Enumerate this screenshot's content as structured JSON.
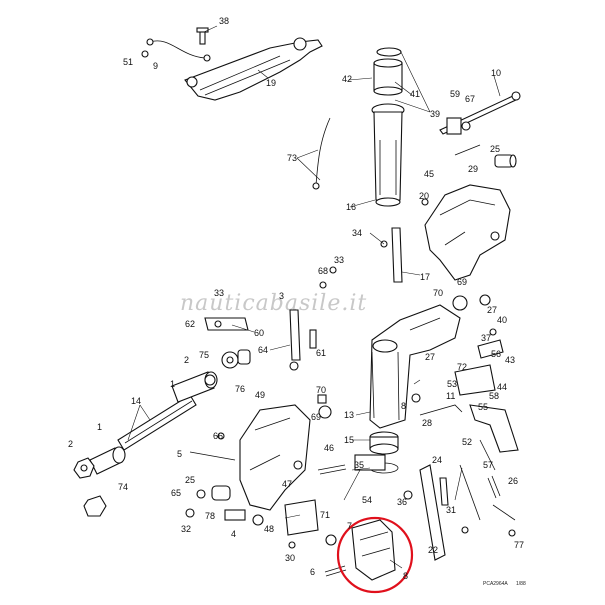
{
  "watermark": "nauticabasile.it",
  "footer": {
    "code": "PCA2964A",
    "date": "1/88"
  },
  "highlight_color": "#e0101c",
  "callouts": [
    {
      "id": "c38",
      "text": "38"
    },
    {
      "id": "c51",
      "text": "51"
    },
    {
      "id": "c9",
      "text": "9"
    },
    {
      "id": "c19",
      "text": "19"
    },
    {
      "id": "c42",
      "text": "42"
    },
    {
      "id": "c41",
      "text": "41"
    },
    {
      "id": "c39",
      "text": "39"
    },
    {
      "id": "c10",
      "text": "10"
    },
    {
      "id": "c59",
      "text": "59"
    },
    {
      "id": "c67",
      "text": "67"
    },
    {
      "id": "c25",
      "text": "25"
    },
    {
      "id": "c73",
      "text": "73"
    },
    {
      "id": "c29",
      "text": "29"
    },
    {
      "id": "c45",
      "text": "45"
    },
    {
      "id": "c20",
      "text": "20"
    },
    {
      "id": "c16",
      "text": "16"
    },
    {
      "id": "c34",
      "text": "34"
    },
    {
      "id": "c17",
      "text": "17"
    },
    {
      "id": "c68",
      "text": "68"
    },
    {
      "id": "c33a",
      "text": "33"
    },
    {
      "id": "c33b",
      "text": "33"
    },
    {
      "id": "c3",
      "text": "3"
    },
    {
      "id": "c70a",
      "text": "70"
    },
    {
      "id": "c69",
      "text": "69"
    },
    {
      "id": "c27a",
      "text": "27"
    },
    {
      "id": "c62",
      "text": "62"
    },
    {
      "id": "c60",
      "text": "60"
    },
    {
      "id": "c40",
      "text": "40"
    },
    {
      "id": "c37",
      "text": "37"
    },
    {
      "id": "c64",
      "text": "64"
    },
    {
      "id": "c61",
      "text": "61"
    },
    {
      "id": "c2a",
      "text": "2"
    },
    {
      "id": "c75",
      "text": "75"
    },
    {
      "id": "c56",
      "text": "56"
    },
    {
      "id": "c27b",
      "text": "27"
    },
    {
      "id": "c43",
      "text": "43"
    },
    {
      "id": "c72",
      "text": "72"
    },
    {
      "id": "c76",
      "text": "76"
    },
    {
      "id": "c1a",
      "text": "1"
    },
    {
      "id": "c53",
      "text": "53"
    },
    {
      "id": "c44",
      "text": "44"
    },
    {
      "id": "c49",
      "text": "49"
    },
    {
      "id": "c70b",
      "text": "70"
    },
    {
      "id": "c11",
      "text": "11"
    },
    {
      "id": "c58",
      "text": "58"
    },
    {
      "id": "c14",
      "text": "14"
    },
    {
      "id": "c55",
      "text": "55"
    },
    {
      "id": "c69b",
      "text": "69"
    },
    {
      "id": "c13",
      "text": "13"
    },
    {
      "id": "c8a",
      "text": "8"
    },
    {
      "id": "c28",
      "text": "28"
    },
    {
      "id": "c66",
      "text": "66"
    },
    {
      "id": "c1b",
      "text": "1"
    },
    {
      "id": "c2b",
      "text": "2"
    },
    {
      "id": "c52",
      "text": "52"
    },
    {
      "id": "c15",
      "text": "15"
    },
    {
      "id": "c46",
      "text": "46"
    },
    {
      "id": "c5",
      "text": "5"
    },
    {
      "id": "c35",
      "text": "35"
    },
    {
      "id": "c24",
      "text": "24"
    },
    {
      "id": "c57",
      "text": "57"
    },
    {
      "id": "c25b",
      "text": "25"
    },
    {
      "id": "c47",
      "text": "47"
    },
    {
      "id": "c65",
      "text": "65"
    },
    {
      "id": "c54",
      "text": "54"
    },
    {
      "id": "c26",
      "text": "26"
    },
    {
      "id": "c36",
      "text": "36"
    },
    {
      "id": "c74",
      "text": "74"
    },
    {
      "id": "c32",
      "text": "32"
    },
    {
      "id": "c78",
      "text": "78"
    },
    {
      "id": "c4",
      "text": "4"
    },
    {
      "id": "c48",
      "text": "48"
    },
    {
      "id": "c71",
      "text": "71"
    },
    {
      "id": "c31",
      "text": "31"
    },
    {
      "id": "c7",
      "text": "7"
    },
    {
      "id": "c22",
      "text": "22"
    },
    {
      "id": "c30",
      "text": "30"
    },
    {
      "id": "c77",
      "text": "77"
    },
    {
      "id": "c6",
      "text": "6"
    },
    {
      "id": "c8b",
      "text": "8"
    }
  ]
}
